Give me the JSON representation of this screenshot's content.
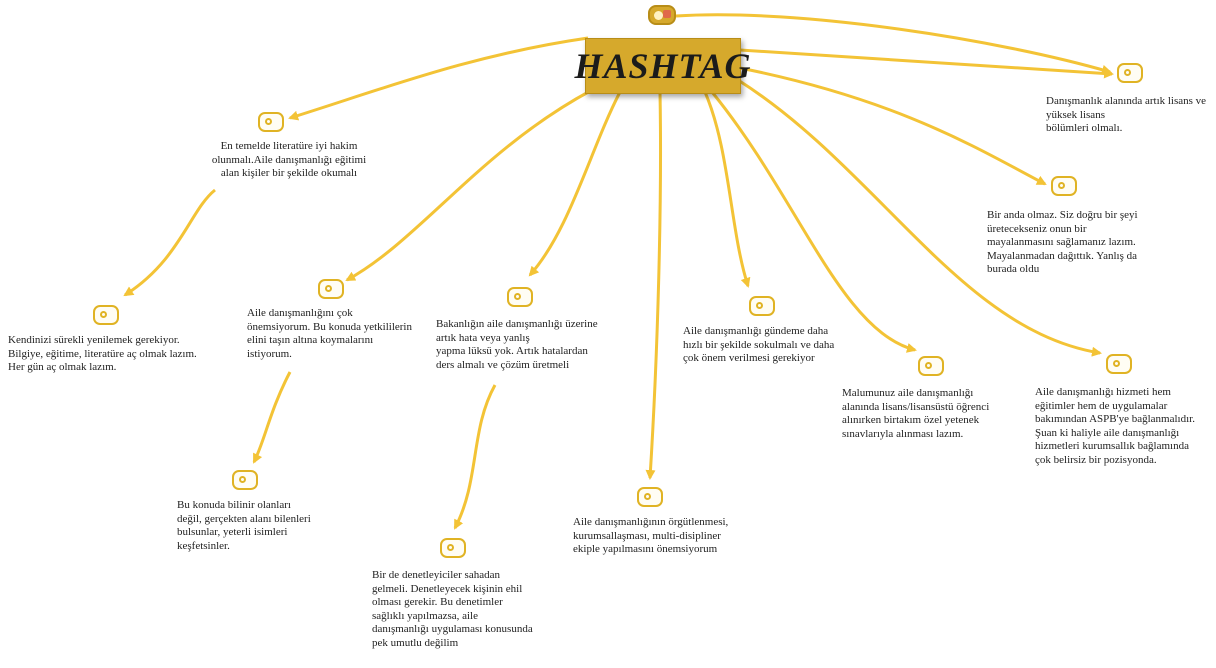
{
  "title": "HASHTAG",
  "colors": {
    "accent": "#d6a92c",
    "link": "#f3c336",
    "icon": "#e0b324"
  },
  "nodes": [
    {
      "id": "n1",
      "text": "En temelde literatüre iyi hakim\nolunmalı.Aile danışmanlığı eğitimi\nalan kişiler bir şekilde okumalı"
    },
    {
      "id": "n2",
      "text": "Kendinizi sürekli yenilemek gerekiyor.\nBilgiye, eğitime, literatüre aç olmak lazım.\nHer gün aç olmak lazım."
    },
    {
      "id": "n3",
      "text": "Aile danışmanlığını çok\nönemsiyorum. Bu konuda yetkililerin\nelini taşın altına koymalarını\nistiyorum."
    },
    {
      "id": "n4",
      "text": "Bu konuda bilinir olanları\ndeğil, gerçekten alanı bilenleri\nbulsunlar, yeterli isimleri\nkeşfetsinler."
    },
    {
      "id": "n5",
      "text": "Bakanlığın aile danışmanlığı üzerine\nartık hata veya yanlış\nyapma lüksü yok. Artık hatalardan\nders almalı ve çözüm üretmeli"
    },
    {
      "id": "n6",
      "text": "Bir de  denetleyiciler sahadan\ngelmeli. Denetleyecek kişinin ehil\nolması gerekir. Bu denetimler\nsağlıklı yapılmazsa, aile\ndanışmanlığı uygulaması konusunda\npek umutlu değilim"
    },
    {
      "id": "n7",
      "text": "Aile danışmanlığının örgütlenmesi,\nkurumsallaşması, multi-disipliner\nekiple yapılmasını önemsiyorum"
    },
    {
      "id": "n8",
      "text": "Aile danışmanlığı gündeme daha\nhızlı bir  şekilde sokulmalı ve daha\nçok önem verilmesi gerekiyor"
    },
    {
      "id": "n9",
      "text": "Malumunuz aile danışmanlığı\nalanında lisans/lisansüstü öğrenci\nalınırken birtakım özel yetenek\nsınavlarıyla alınması lazım."
    },
    {
      "id": "n10",
      "text": "Bir anda olmaz. Siz doğru bir şeyi\nüretecekseniz onun bir\nmayalanmasını sağlamanız lazım.\nMayalanmadan dağıttık. Yanlış da\nburada oldu"
    },
    {
      "id": "n11",
      "text": "Aile danışmanlığı hizmeti hem\neğitimler  hem de uygulamalar\nbakımından ASPB'ye bağlanmalıdır.\nŞuan ki haliyle aile  danışmanlığı\nhizmetleri kurumsallık bağlamında\nçok belirsiz bir pozisyonda."
    },
    {
      "id": "n12",
      "text": "Danışmanlık alanında artık lisans ve\nyüksek lisans\nbölümleri olmalı."
    }
  ]
}
